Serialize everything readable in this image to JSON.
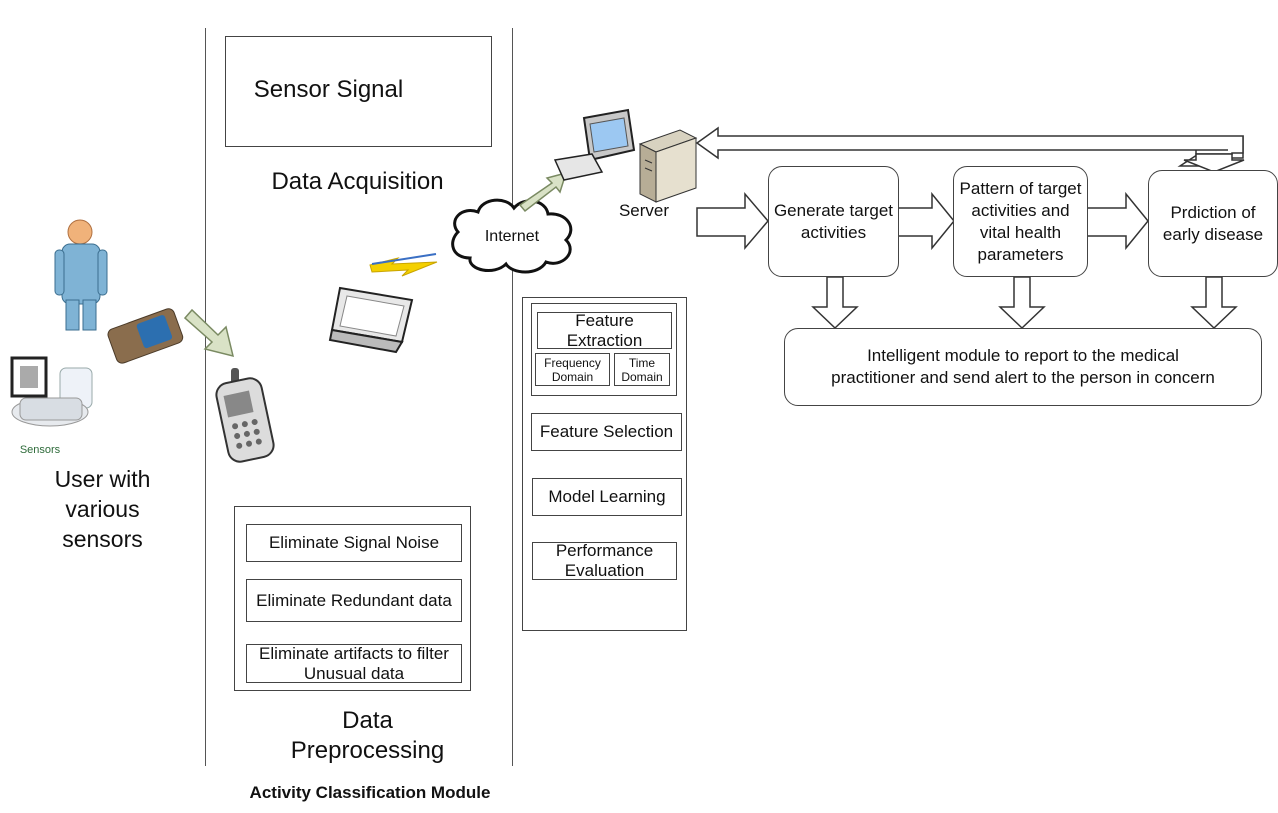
{
  "user": {
    "label": "User with various sensors",
    "sensors_caption": "Sensors"
  },
  "acquisition": {
    "signal_box": "Sensor Signal",
    "title": "Data Acquisition"
  },
  "network": {
    "internet": "Internet",
    "server": "Server"
  },
  "preprocessing": {
    "title": "Data Preprocessing",
    "steps": [
      "Eliminate Signal Noise",
      "Eliminate Redundant data",
      "Eliminate artifacts to filter Unusual data"
    ]
  },
  "classification": {
    "caption": "Activity Classification Module",
    "feature_extraction": "Feature Extraction",
    "frequency_domain": "Frequency Domain",
    "time_domain": "Time Domain",
    "feature_selection": "Feature Selection",
    "model_learning": "Model Learning",
    "performance_evaluation": "Performance Evaluation"
  },
  "pipeline": {
    "generate": "Generate target activities",
    "pattern": "Pattern of target activities and vital health parameters",
    "prediction": "Prdiction of early disease",
    "report": "Intelligent module to report to the medical practitioner and send alert to the person in concern"
  }
}
